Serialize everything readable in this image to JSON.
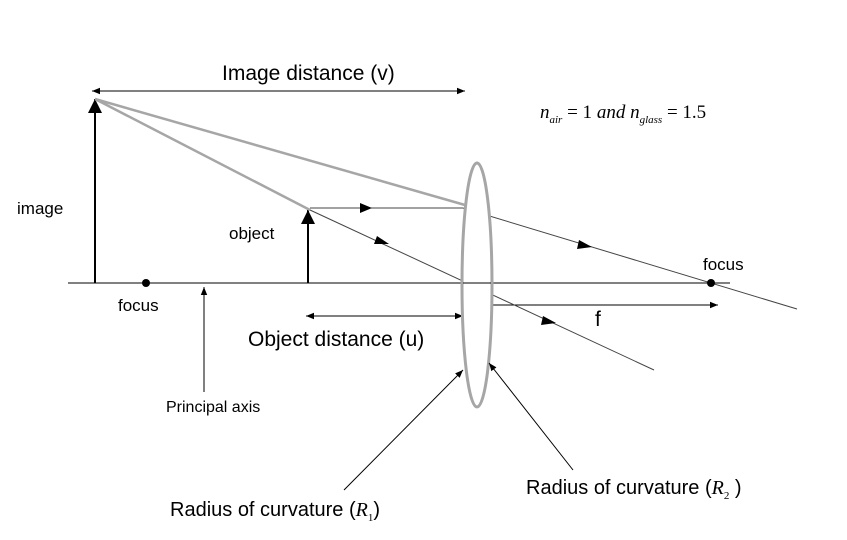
{
  "labels": {
    "image_distance": "Image distance (v)",
    "object_distance": "Object distance (u)",
    "image": "image",
    "object": "object",
    "focus_left": "focus",
    "focus_right": "focus",
    "focal_length": "f",
    "principal_axis": "Principal axis",
    "radius_r1_prefix": "Radius of curvature (",
    "radius_r1_symbol": "R",
    "radius_r1_sub": "1",
    "radius_r1_suffix": ")",
    "radius_r2_prefix": "Radius of curvature (",
    "radius_r2_symbol": "R",
    "radius_r2_sub": "2",
    "radius_r2_suffix": " )"
  },
  "equation": {
    "n1_symbol": "n",
    "n1_sub": "air",
    "n1_eq": " = 1 ",
    "and_text": "and ",
    "n2_symbol": "n",
    "n2_sub": "glass",
    "n2_eq": " = 1.5"
  },
  "colors": {
    "line": "#000000",
    "ray_gray": "#a6a6a6",
    "lens_stroke": "#a6a6a6",
    "ray_thin": "#444444"
  }
}
